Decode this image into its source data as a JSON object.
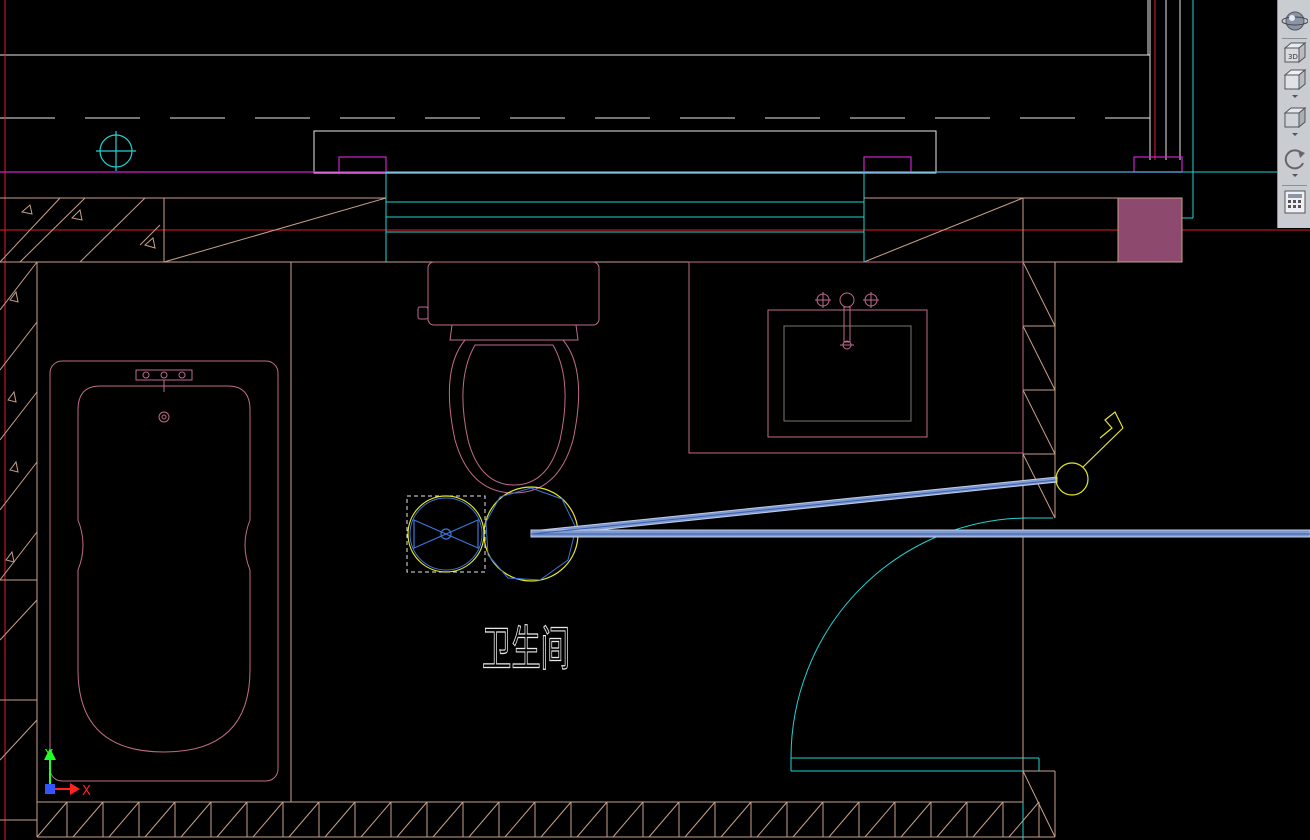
{
  "drawing": {
    "room_label": "卫生间",
    "background": "#000000"
  },
  "ucs": {
    "x_label": "X",
    "y_label": "Y",
    "x_color": "#ff2222",
    "y_color": "#22ff22",
    "origin_color": "#3355ff"
  },
  "toolbar": {
    "items": [
      {
        "name": "steering-wheel",
        "icon": "sphere-icon"
      },
      {
        "name": "view-cube-3d",
        "icon": "cube-3d-icon",
        "label": "3D"
      },
      {
        "name": "pan-cube",
        "icon": "cube-icon"
      },
      {
        "name": "orbit-cube",
        "icon": "cube-icon"
      },
      {
        "name": "orbit",
        "icon": "refresh-icon"
      },
      {
        "name": "showmotion",
        "icon": "calculator-icon"
      }
    ]
  },
  "colors": {
    "wall": "#c8a088",
    "fixture": "#c06a8e",
    "cyan": "#22d3d3",
    "magenta": "#cc22cc",
    "red": "#e01a2a",
    "white": "#e8e8e8",
    "yellow": "#e6e62a",
    "blue": "#3a78d8",
    "column_fill": "#8e4a6e"
  }
}
